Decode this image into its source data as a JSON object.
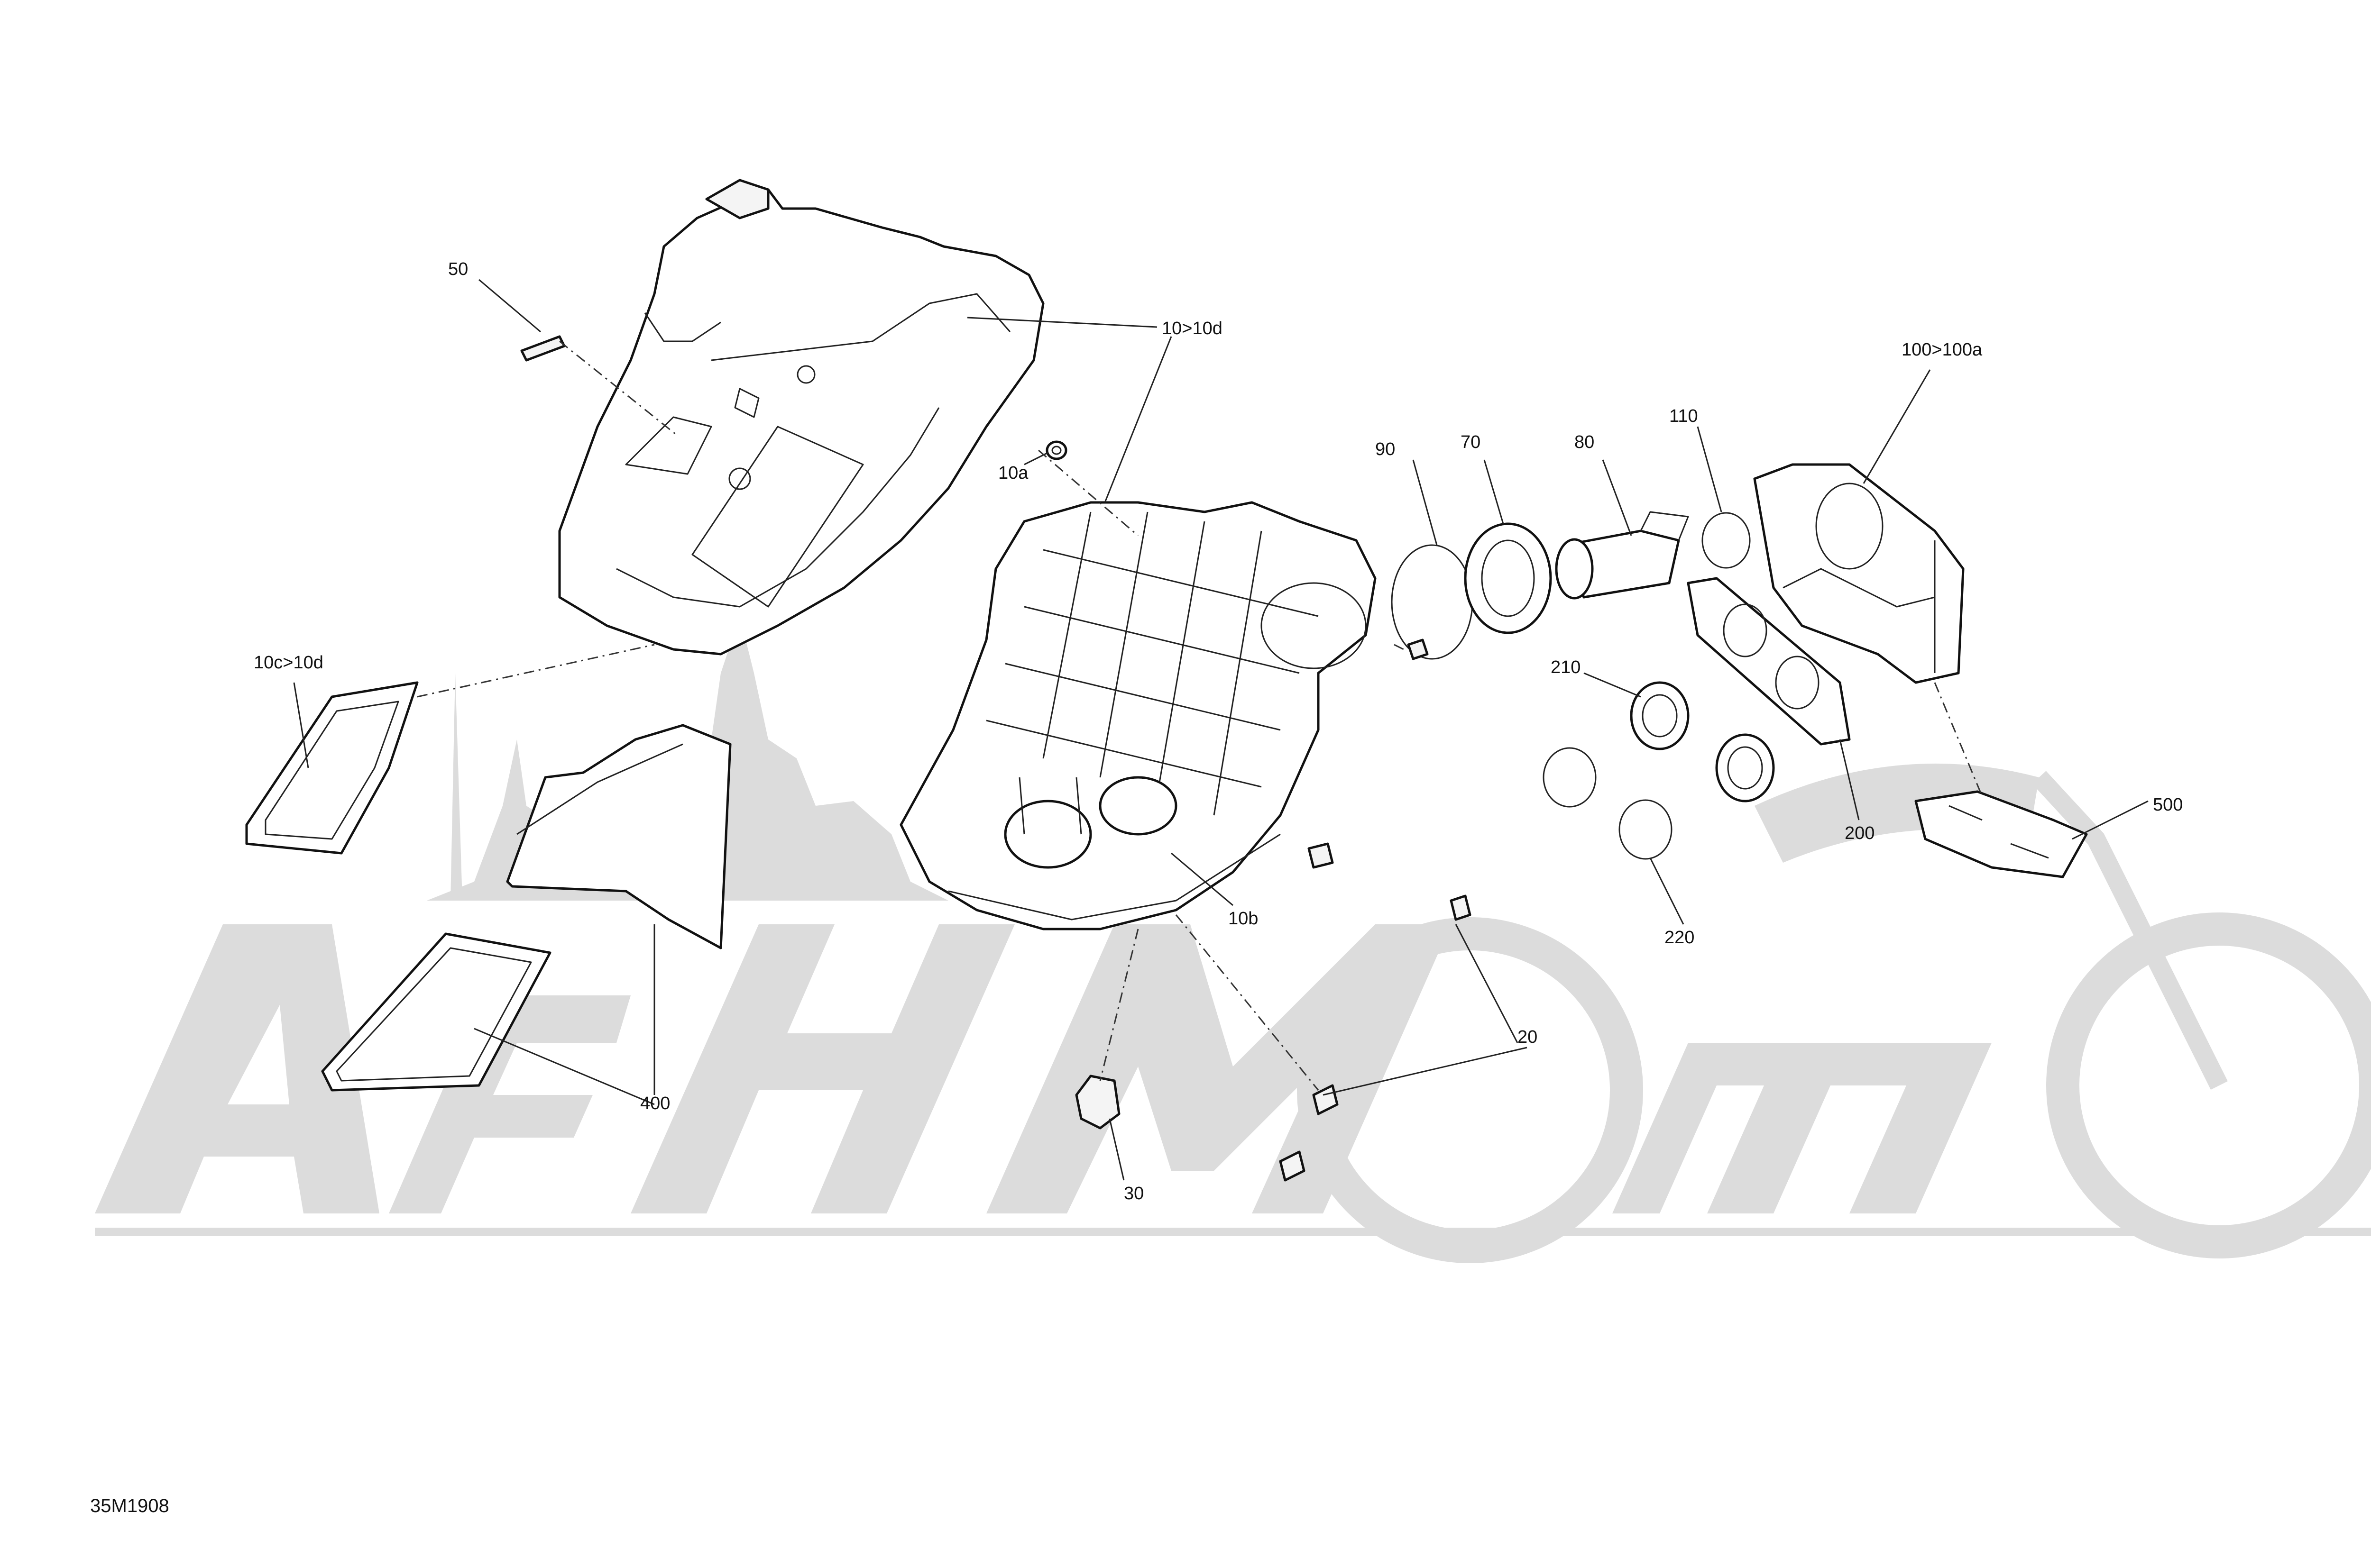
{
  "figure": {
    "reference_code": "35M1908"
  },
  "callouts": [
    {
      "id": "c-50",
      "text": "50"
    },
    {
      "id": "c-10-10d",
      "text": "10>10d"
    },
    {
      "id": "c-10a",
      "text": "10a"
    },
    {
      "id": "c-10c-10d",
      "text": "10c>10d"
    },
    {
      "id": "c-10b",
      "text": "10b"
    },
    {
      "id": "c-400",
      "text": "400"
    },
    {
      "id": "c-30",
      "text": "30"
    },
    {
      "id": "c-20",
      "text": "20"
    },
    {
      "id": "c-90",
      "text": "90"
    },
    {
      "id": "c-70",
      "text": "70"
    },
    {
      "id": "c-80",
      "text": "80"
    },
    {
      "id": "c-110",
      "text": "110"
    },
    {
      "id": "c-100-100a",
      "text": "100>100a"
    },
    {
      "id": "c-210",
      "text": "210"
    },
    {
      "id": "c-200",
      "text": "200"
    },
    {
      "id": "c-220",
      "text": "220"
    },
    {
      "id": "c-500",
      "text": "500"
    }
  ],
  "colors": {
    "line": "#111111",
    "watermark": "#dcdcdc",
    "background": "#ffffff"
  }
}
